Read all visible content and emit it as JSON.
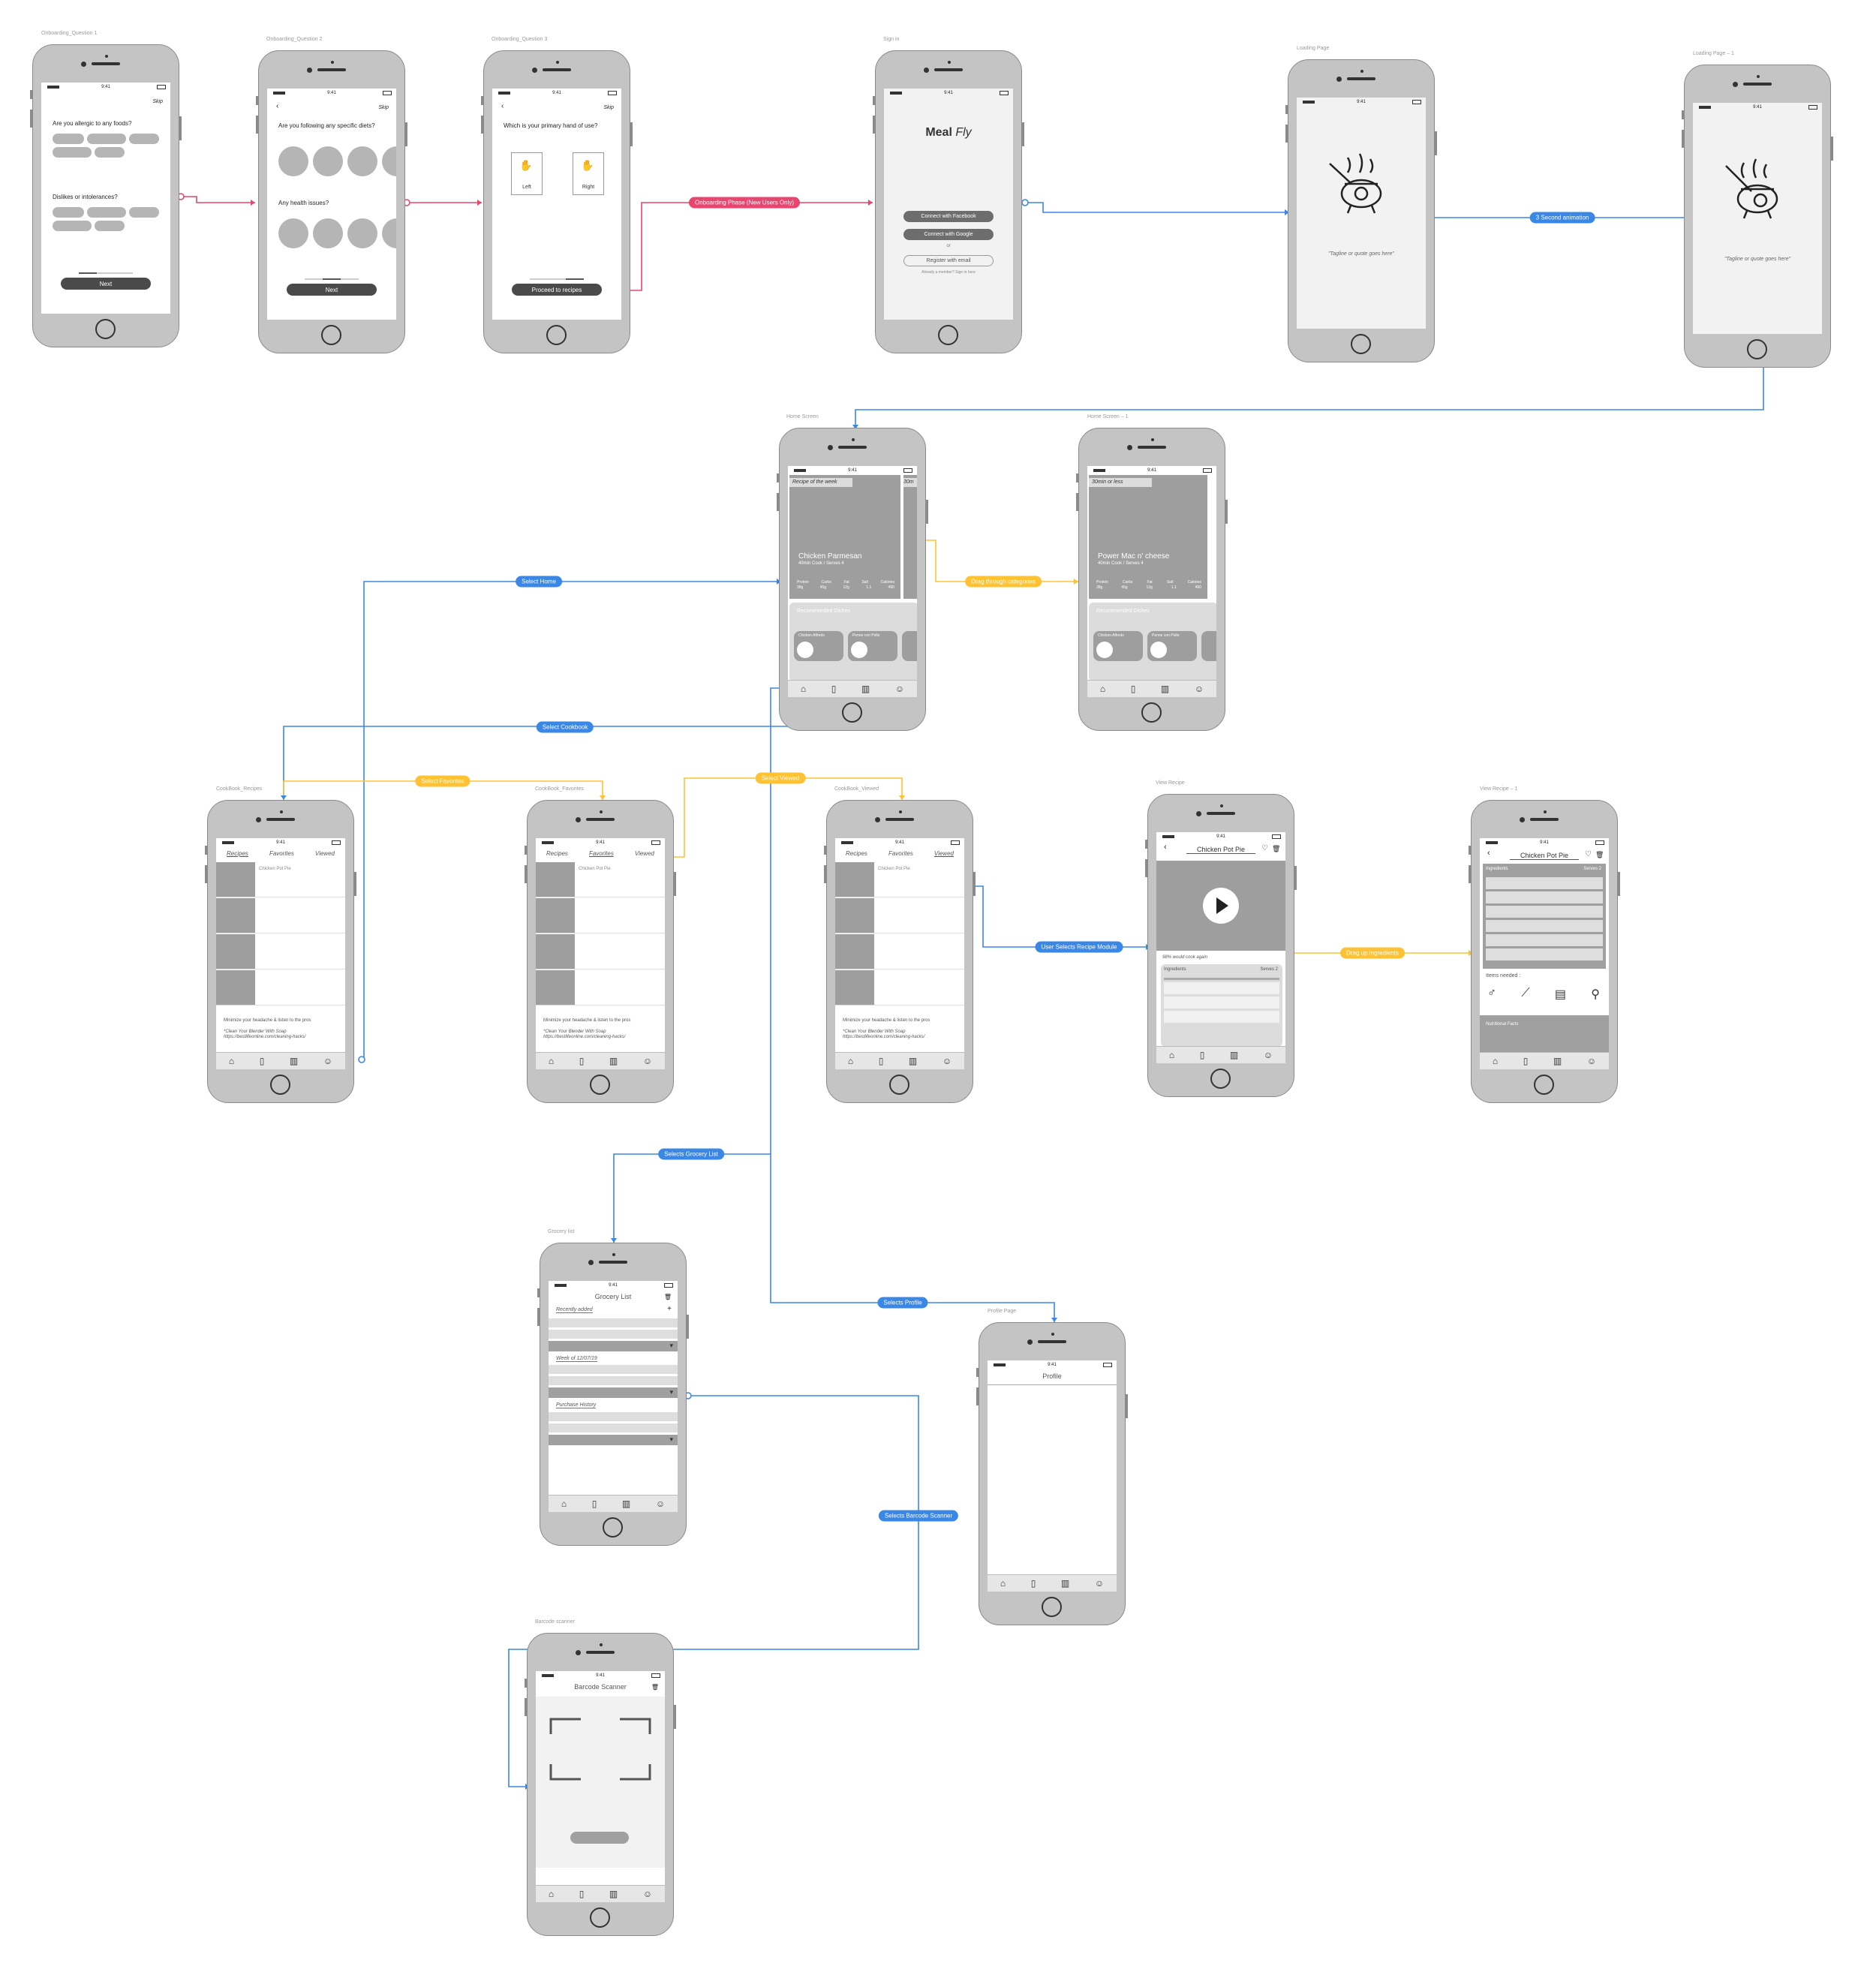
{
  "frames": {
    "oq1": {
      "label": "Onboarding_Question 1",
      "skip": "Skip",
      "q1": "Are you allergic to any foods?",
      "q2": "Dislikes or intolerances?",
      "button": "Next"
    },
    "oq2": {
      "label": "Onboarding_Question 2",
      "skip": "Skip",
      "q1": "Are you following any specific diets?",
      "q2": "Any health issues?",
      "button": "Next"
    },
    "oq3": {
      "label": "Onboarding_Question 3",
      "skip": "Skip",
      "q1": "Which is your primary hand of use?",
      "left": "Left",
      "right": "Right",
      "button": "Proceed to recipes"
    },
    "signin": {
      "label": "Sign in",
      "brand": "Meal",
      "brand_italic": "Fly",
      "fb": "Connect with Facebook",
      "google": "Connect with Google",
      "or": "or",
      "register": "Register with email",
      "member": "Already a member? Sign in here"
    },
    "loading": {
      "label": "Loading Page",
      "tagline": "\"Tagline or quote goes here\""
    },
    "loading1": {
      "label": "Loading Page – 1",
      "tagline": "\"Tagline or quote goes here\""
    },
    "home": {
      "label": "Home Screen",
      "ribbon": "Recipe of the week",
      "peek": "30m",
      "title": "Chicken Parmesan",
      "sub": "40min Cook / Serves 4",
      "recommended": "Recommended Dishes",
      "card1": "Chicken Alfredo",
      "card2": "Penne con Pollo"
    },
    "home1": {
      "label": "Home Screen – 1",
      "ribbon": "30min or less",
      "title": "Power Mac n' cheese",
      "sub": "40min Cook / Serves 4",
      "recommended": "Recommended Dishes",
      "card1": "Chicken Alfredo",
      "card2": "Penne con Pollo"
    },
    "cb_recipes": {
      "label": "CookBook_Recipes"
    },
    "cb_fav": {
      "label": "CookBook_Favorites"
    },
    "cb_viewed": {
      "label": "CookBook_Viewed"
    },
    "view": {
      "label": "View Recipe",
      "title": "Chicken Pot Pie",
      "cook_again": "98% would cook again",
      "ingredients": "Ingredients",
      "serves": "Serves 2"
    },
    "view1": {
      "label": "View Recipe – 1",
      "title": "Chicken Pot Pie",
      "ingredients": "Ingredients",
      "serves": "Serves 2",
      "items": "Items needed :",
      "facts": "Nutritional Facts"
    },
    "grocery": {
      "label": "Grocery list",
      "title": "Grocery List",
      "s1": "Recently added",
      "s2": "Week of 12/07/19",
      "s3": "Purchase History"
    },
    "profile": {
      "label": "Profile Page",
      "title": "Profile"
    },
    "barcode": {
      "label": "Barcode scanner",
      "title": "Barcode Scanner"
    }
  },
  "cookbook": {
    "tabs": [
      "Recipes",
      "Favorites",
      "Viewed"
    ],
    "first_item": "Chicken Pot Pie",
    "tip": "Minimize your headache & listen to the pros",
    "tip2": "*Clean Your Blender With Soap",
    "url": "https://bestlifeonline.com/cleaning-hacks/"
  },
  "nutrition": {
    "heads": [
      "Protein",
      "Carbs",
      "Fat",
      "Salt",
      "Calories"
    ],
    "vals": [
      "38g",
      "45g",
      "12g",
      "1.1",
      "490"
    ]
  },
  "connectors": {
    "onboarding": "Onboarding Phase (New Users Only)",
    "anim": "3 Second animation",
    "drag_cat": "Drag through categories",
    "select_home": "Select Home",
    "select_cookbook": "Select Cookbook",
    "select_fav": "Select Favorites",
    "select_viewed": "Select Viewed",
    "recipe_module": "User Selects Recipe Module",
    "drag_ing": "Drag up ingredients",
    "grocery": "Selects Grocery List",
    "profile": "Selects Profile",
    "barcode": "Selects Barcode Scanner"
  },
  "colors": {
    "blue": "#3b87e6",
    "yellow": "#ffc233",
    "red": "#e8456f"
  },
  "icons": [
    "home-icon",
    "cookbook-icon",
    "grocery-icon",
    "profile-chef-icon",
    "play-icon",
    "heart-icon",
    "trash-icon",
    "pot-icon"
  ],
  "status_time": "9:41"
}
